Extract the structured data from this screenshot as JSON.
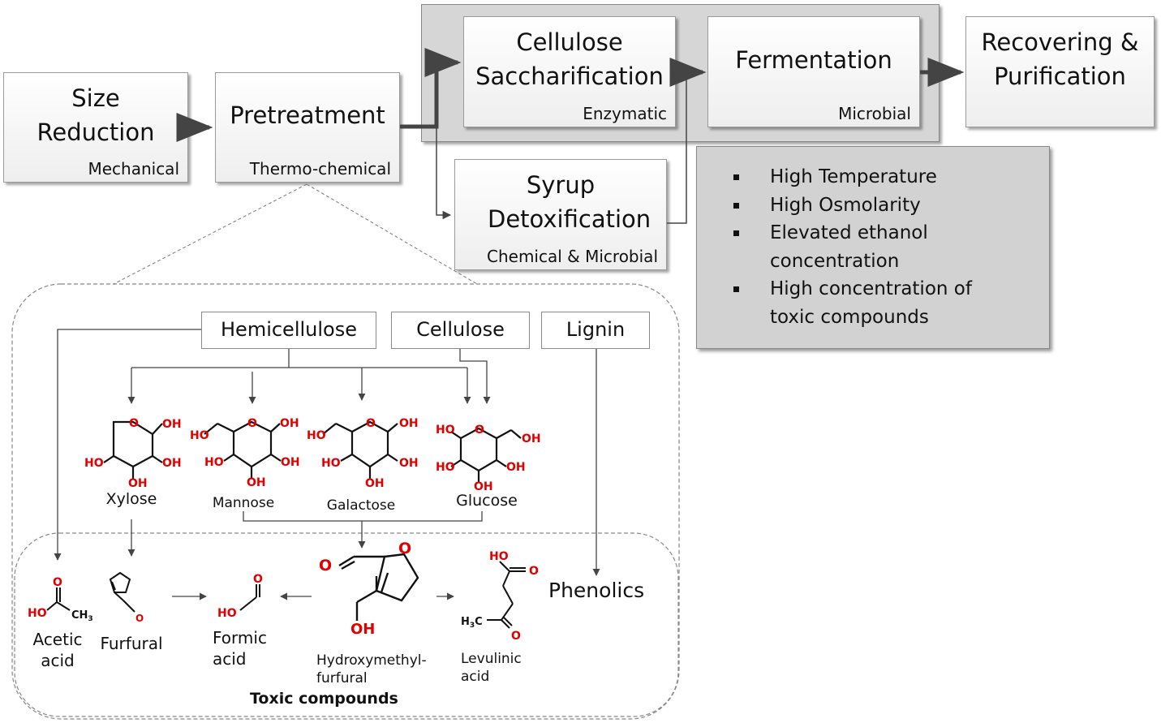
{
  "process": {
    "size_reduction": {
      "title": "Size Reduction",
      "sub": "Mechanical"
    },
    "pretreatment": {
      "title": "Pretreatment",
      "sub": "Thermo-chemical"
    },
    "saccharification": {
      "title": "Cellulose Saccharification",
      "sub": "Enzymatic"
    },
    "fermentation": {
      "title": "Fermentation",
      "sub": "Microbial"
    },
    "recovering": {
      "title": "Recovering & Purification"
    },
    "detox": {
      "title": "Syrup Detoxification",
      "sub": "Chemical & Microbial"
    }
  },
  "conditions": [
    "High Temperature",
    "High Osmolarity",
    "Elevated ethanol concentration",
    "High concentration of toxic compounds"
  ],
  "sources": {
    "hemicellulose": "Hemicellulose",
    "cellulose": "Cellulose",
    "lignin": "Lignin"
  },
  "sugars": {
    "xylose": "Xylose",
    "mannose": "Mannose",
    "galactose": "Galactose",
    "glucose": "Glucose"
  },
  "toxics": {
    "acetic": "Acetic acid",
    "furfural": "Furfural",
    "formic": "Formic acid",
    "hmf": "Hydroxymethyl-furfural",
    "levulinic": "Levulinic acid",
    "phenolics": "Phenolics",
    "group_label": "Toxic compounds"
  },
  "chem": {
    "oh": "OH",
    "ho": "HO",
    "o": "O",
    "ch3": "CH",
    "h3c": "H",
    "c": "C",
    "sub3": "3"
  }
}
